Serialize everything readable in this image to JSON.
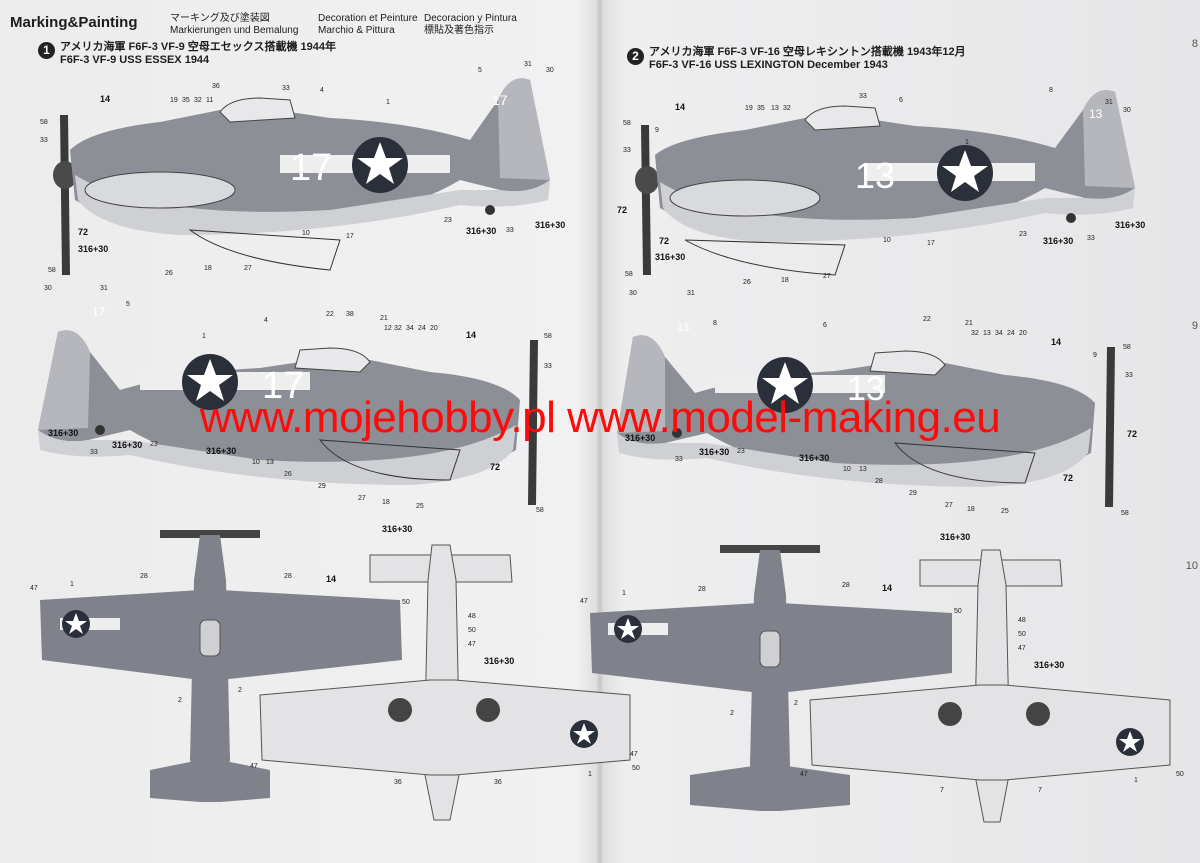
{
  "header": {
    "title": "Marking&Painting",
    "jp": "マーキング及び塗装図",
    "de": "Markierungen und Bemalung",
    "fr": "Decoration et Peinture",
    "it": "Marchio & Pittura",
    "es": "Decoracion y Pintura",
    "cn": "標貼及著色指示"
  },
  "schemes": [
    {
      "number": "1",
      "jp": "アメリカ海軍 F6F-3 VF-9 空母エセックス搭載機 1944年",
      "en": "F6F-3 VF-9 USS ESSEX  1944",
      "code": "17"
    },
    {
      "number": "2",
      "jp": "アメリカ海軍 F6F-3 VF-16 空母レキシントン搭載機 1943年12月",
      "en": "F6F-3 VF-16 USS LEXINGTON December 1943",
      "code": "13"
    }
  ],
  "watermark": "www.mojehobby.pl www.model-making.eu",
  "callouts": {
    "n1": "1",
    "n2": "2",
    "n4": "4",
    "n5": "5",
    "n6": "6",
    "n7": "7",
    "n8": "8",
    "n9": "9",
    "n10": "10",
    "n11": "11",
    "n12": "12",
    "n13": "13",
    "n14": "14",
    "n17": "17",
    "n18": "18",
    "n19": "19",
    "n20": "20",
    "n21": "21",
    "n22": "22",
    "n23": "23",
    "n24": "24",
    "n25": "25",
    "n26": "26",
    "n27": "27",
    "n28": "28",
    "n29": "29",
    "n30": "30",
    "n31": "31",
    "n32": "32",
    "n33": "33",
    "n34": "34",
    "n35": "35",
    "n36": "36",
    "n38": "38",
    "n47": "47",
    "n48": "48",
    "n50": "50",
    "n58": "58",
    "n72": "72",
    "p316": "316+30"
  },
  "edge_marks": {
    "r1": "8",
    "r2": "9",
    "r3": "10"
  }
}
